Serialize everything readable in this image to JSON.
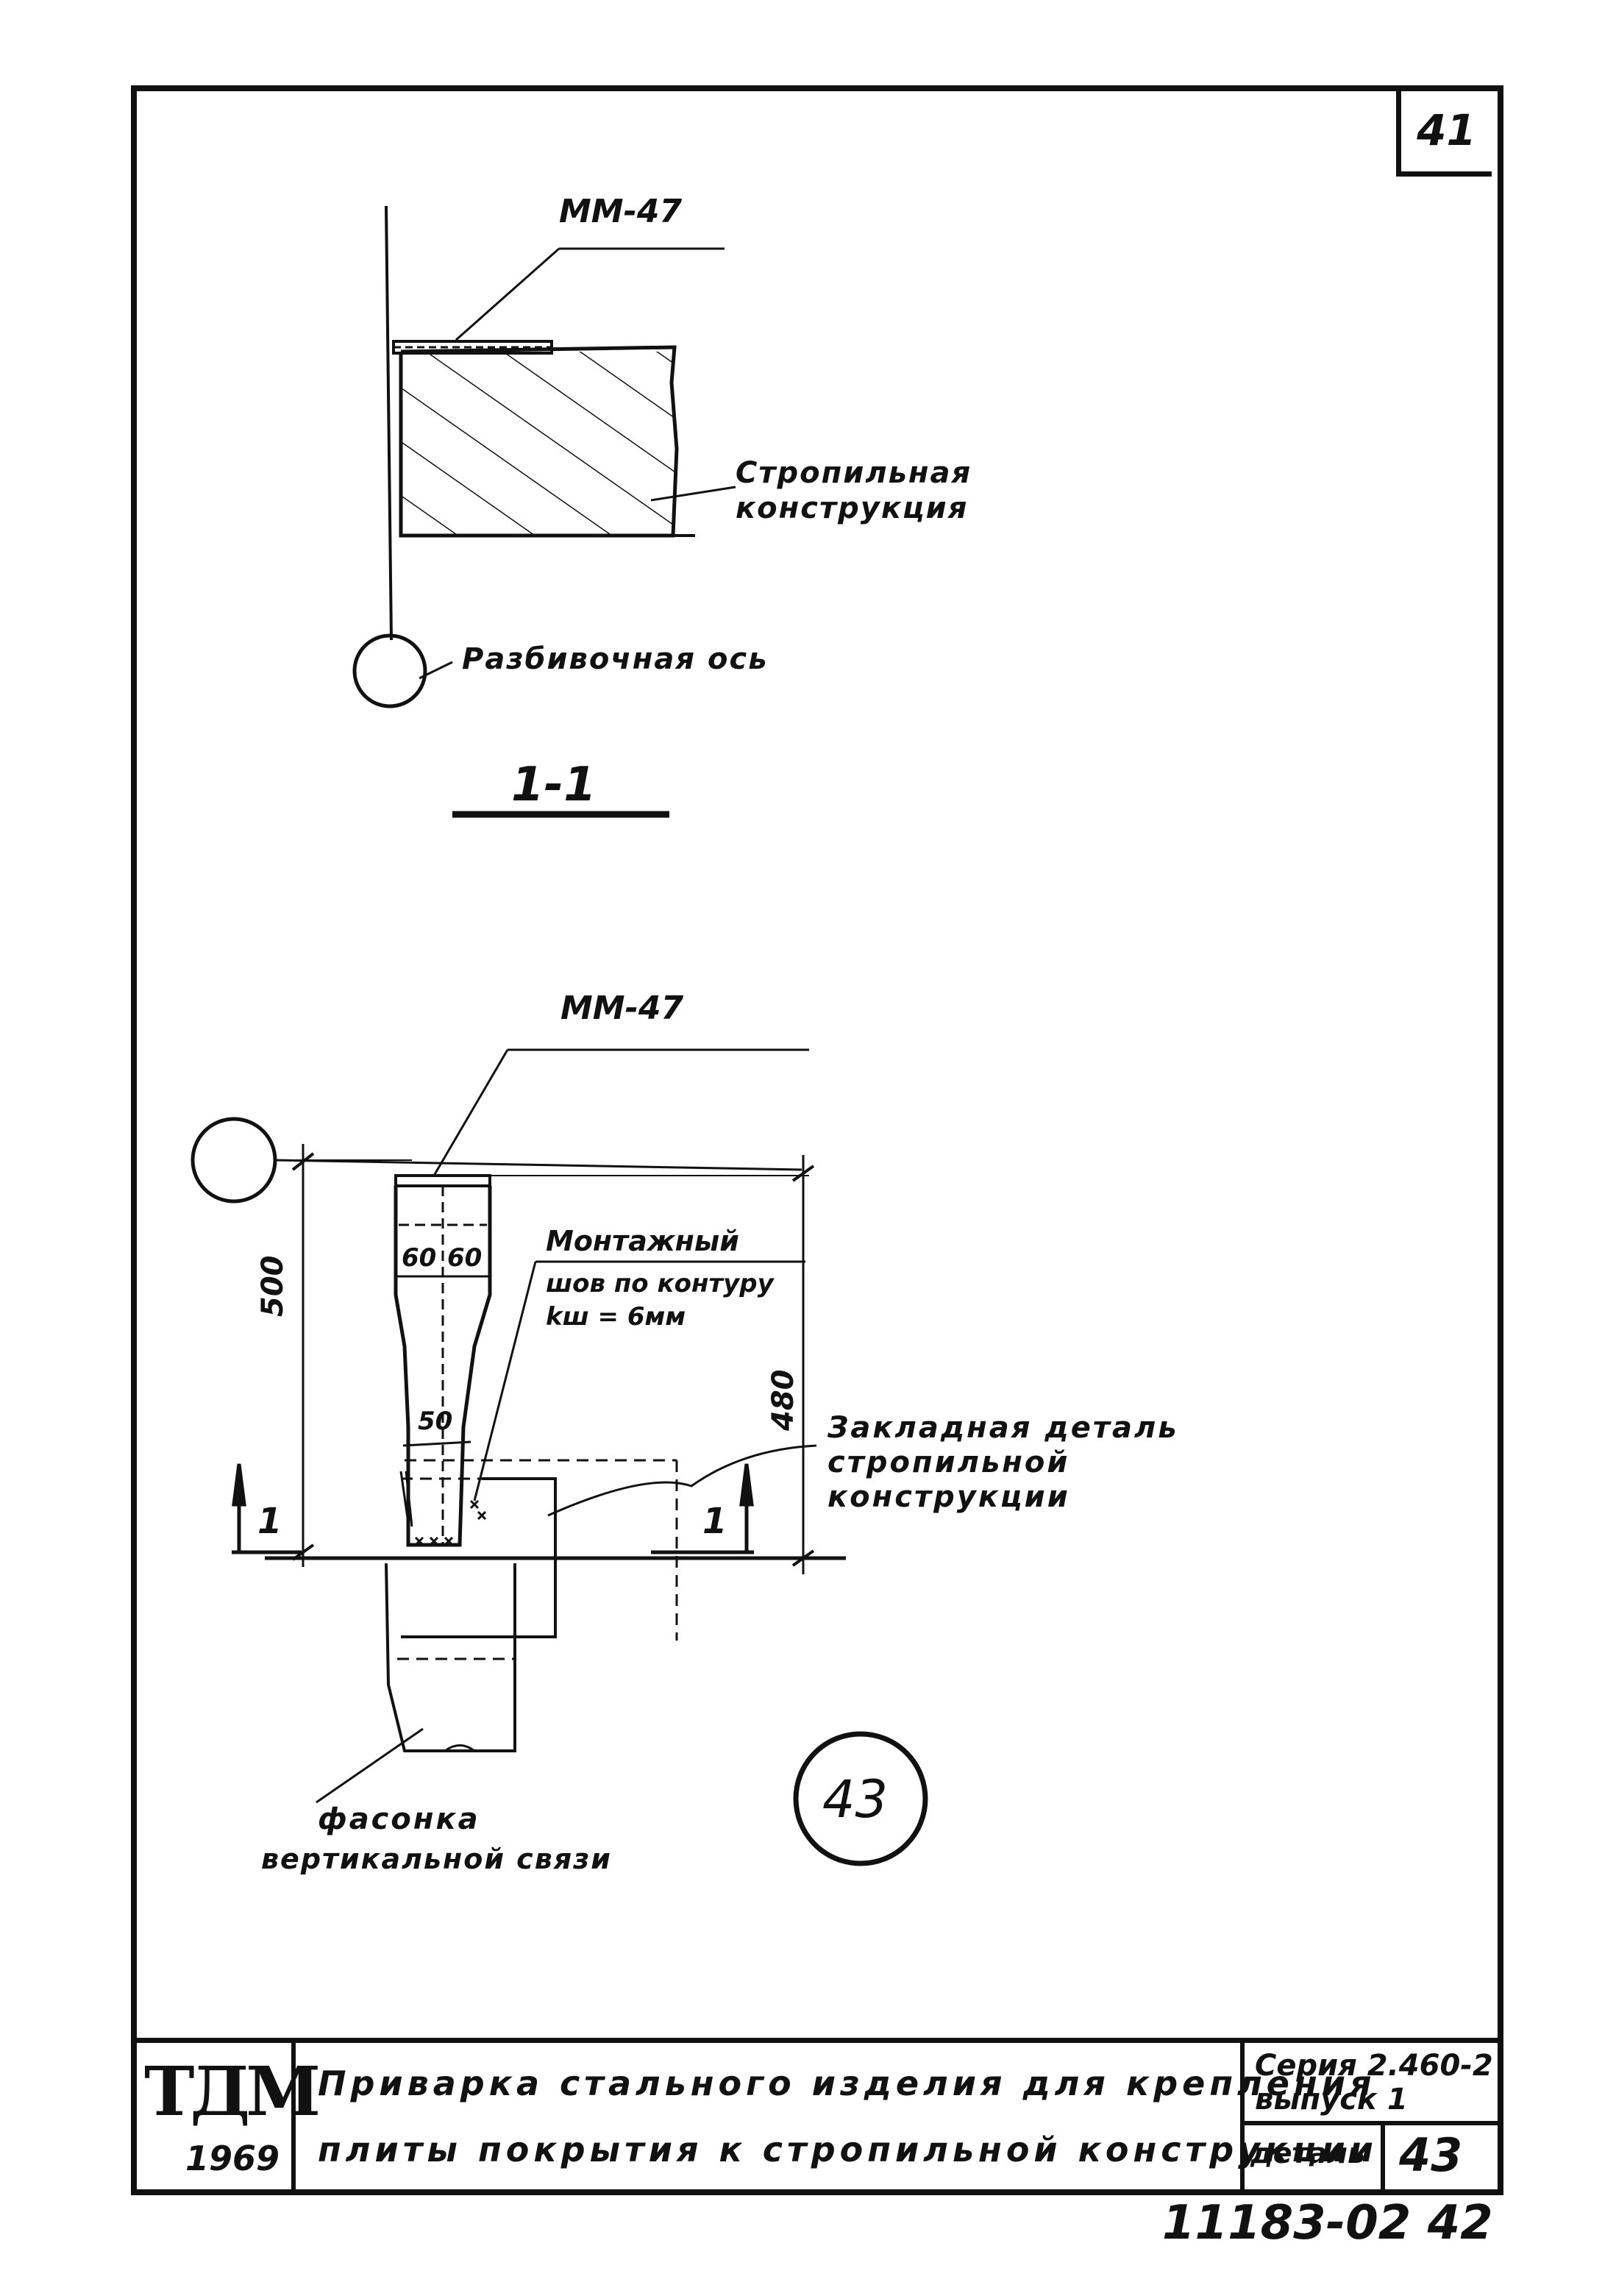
{
  "sheet_number": "41",
  "section_1": {
    "part_label": "ММ-47",
    "structure_label_line1": "Стропильная",
    "structure_label_line2": "конструкция",
    "axis_label": "Разбивочная ось",
    "section_title": "1-1"
  },
  "section_2": {
    "part_label": "ММ-47",
    "weld_title": "Монтажный",
    "weld_line2": "шов по контуру",
    "weld_line3": "kш = 6мм",
    "dim_height": "500",
    "dim_inner": "480",
    "dim_left": "60",
    "dim_right": "60",
    "dim_bottom": "50",
    "embed_line1": "Закладная деталь",
    "embed_line2": "стропильной",
    "embed_line3": "конструкции",
    "gusset_line1": "фасонка",
    "gusset_line2": "вертикальной связи",
    "cut_mark_left": "1",
    "cut_mark_right": "1",
    "detail_circle": "43"
  },
  "title_block": {
    "logo": "ТДМ",
    "year": "1969",
    "title_line1": "Приварка стального изделия для крепления",
    "title_line2": "плиты покрытия к стропильной конструкции",
    "series_line1": "Серия 2.460-2",
    "series_line2": "выпуск 1",
    "detail_label": "деталь",
    "detail_number": "43"
  },
  "document_number": "11183-02  42"
}
